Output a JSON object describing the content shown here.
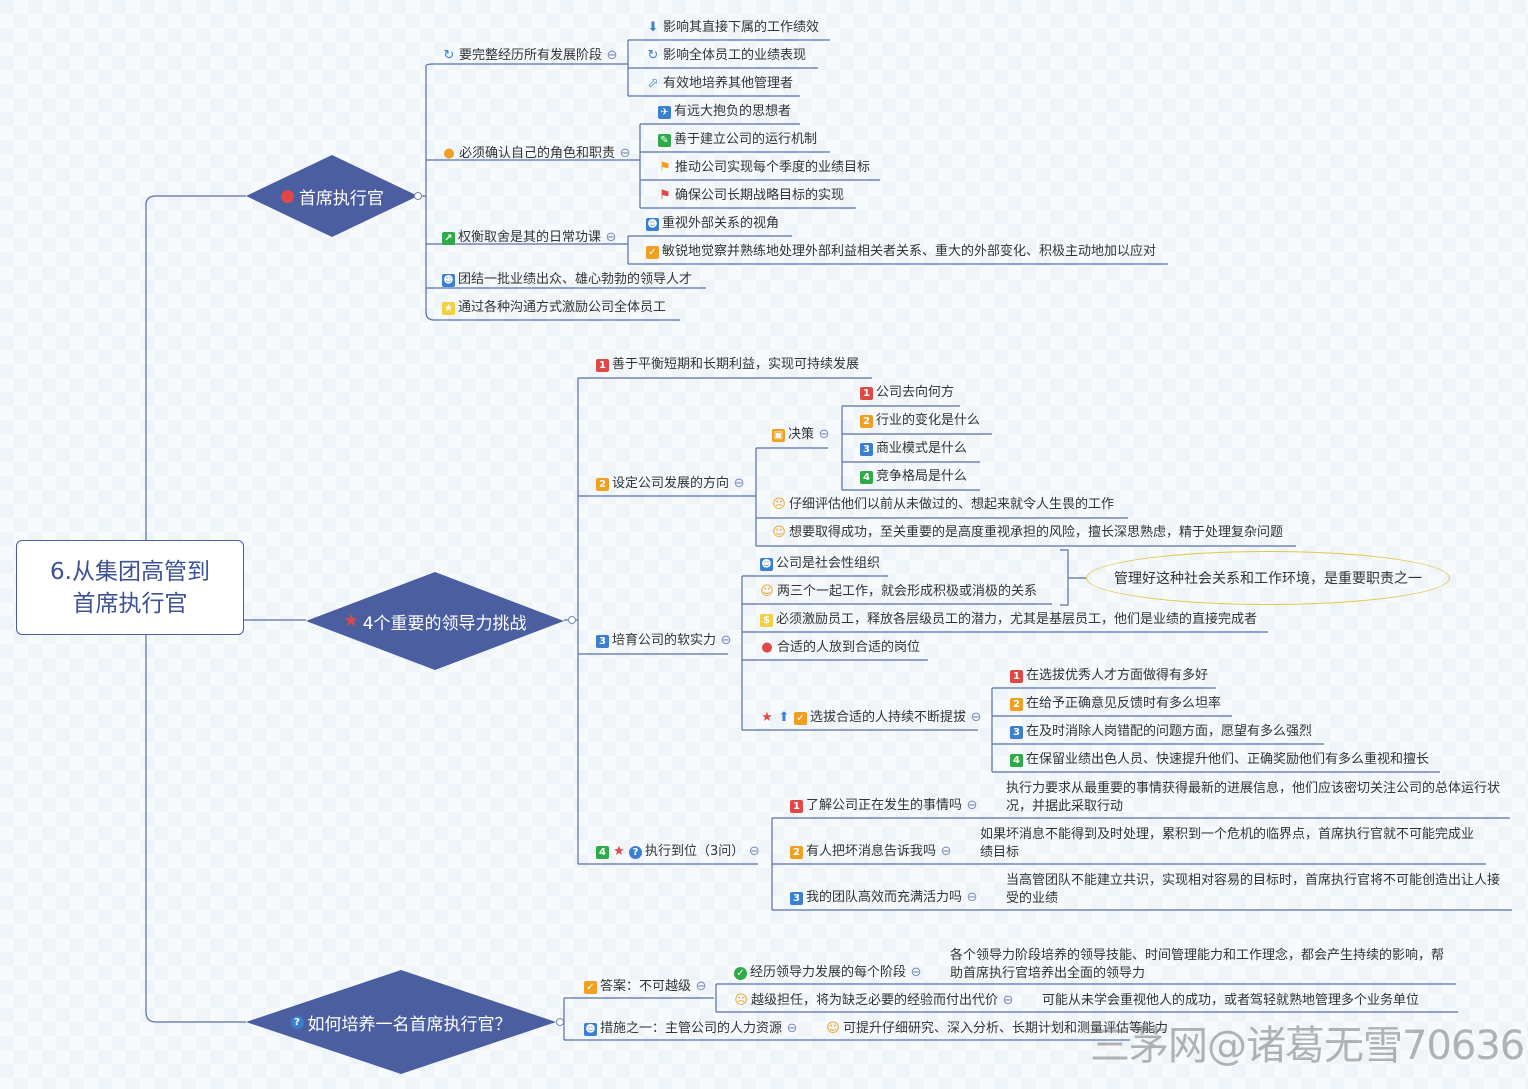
{
  "root": {
    "title": "6.从集团高管到\n首席执行官"
  },
  "branches": {
    "ceo": {
      "label": "首席执行官",
      "icon": "person-icon"
    },
    "challenges": {
      "label": "4个重要的领导力挑战",
      "icon": "star-icon"
    },
    "howto": {
      "label": "如何培养一名首席执行官？",
      "icon": "question-icon"
    }
  },
  "ceo": {
    "stages": {
      "label": "要完整经历所有发展阶段",
      "items": [
        "影响其直接下属的工作绩效",
        "影响全体员工的业绩表现",
        "有效地培养其他管理者"
      ]
    },
    "role": {
      "label": "必须确认自己的角色和职责",
      "items": [
        "有远大抱负的思想者",
        "善于建立公司的运行机制",
        "推动公司实现每个季度的业绩目标",
        "确保公司长期战略目标的实现"
      ]
    },
    "tradeoff": {
      "label": "权衡取舍是其的日常功课",
      "items": [
        "重视外部关系的视角",
        "敏锐地觉察并熟练地处理外部利益相关者关系、重大的外部变化、积极主动地加以应对"
      ]
    },
    "unite": "团结一批业绩出众、雄心勃勃的领导人才",
    "motivate": "通过各种沟通方式激励公司全体员工"
  },
  "challenges": {
    "c1": {
      "num": "1",
      "label": "善于平衡短期和长期利益，实现可持续发展"
    },
    "c2": {
      "num": "2",
      "label": "设定公司发展的方向",
      "decision": {
        "label": "决策",
        "items": [
          {
            "num": "1",
            "label": "公司去向何方"
          },
          {
            "num": "2",
            "label": "行业的变化是什么"
          },
          {
            "num": "3",
            "label": "商业模式是什么"
          },
          {
            "num": "4",
            "label": "竞争格局是什么"
          }
        ]
      },
      "evaluate": "仔细评估他们以前从未做过的、想起来就令人生畏的工作",
      "success": "想要取得成功，至关重要的是高度重视承担的风险，擅长深思熟虑，精于处理复杂问题"
    },
    "c3": {
      "num": "3",
      "label": "培育公司的软实力",
      "social": "公司是社会性组织",
      "three": "两三个一起工作，就会形成积极或消极的关系",
      "callout": "管理好这种社会关系和工作环境，是重要职责之一",
      "encourage": "必须激励员工，释放各层级员工的潜力，尤其是基层员工，他们是业绩的直接完成者",
      "rightperson": "合适的人放到合适的岗位",
      "promote": {
        "label": "选拔合适的人持续不断提拔",
        "items": [
          {
            "num": "1",
            "label": "在选拔优秀人才方面做得有多好"
          },
          {
            "num": "2",
            "label": "在给予正确意见反馈时有多么坦率"
          },
          {
            "num": "3",
            "label": "在及时消除人岗错配的问题方面，愿望有多么强烈"
          },
          {
            "num": "4",
            "label": "在保留业绩出色人员、快速提升他们、正确奖励他们有多么重视和擅长"
          }
        ]
      }
    },
    "c4": {
      "num": "4",
      "label": "执行到位（3问）",
      "items": [
        {
          "num": "1",
          "label": "了解公司正在发生的事情吗",
          "desc": "执行力要求从最重要的事情获得最新的进展信息，他们应该密切关注公司的总体运行状况，并据此采取行动"
        },
        {
          "num": "2",
          "label": "有人把坏消息告诉我吗",
          "desc": "如果坏消息不能得到及时处理，累积到一个危机的临界点，首席执行官就不可能完成业绩目标"
        },
        {
          "num": "3",
          "label": "我的团队高效而充满活力吗",
          "desc": "当高管团队不能建立共识，实现相对容易的目标时，首席执行官将不可能创造出让人接受的业绩"
        }
      ]
    }
  },
  "howto": {
    "answer": {
      "label": "答案：不可越级",
      "every": {
        "label": "经历领导力发展的每个阶段",
        "desc": "各个领导力阶段培养的领导技能、时间管理能力和工作理念，都会产生持续的影响，帮助首席执行官培养出全面的领导力"
      },
      "skip": {
        "label": "越级担任，将为缺乏必要的经验而付出代价",
        "desc": "可能从未学会重视他人的成功，或者驾轻就熟地管理多个业务单位"
      }
    },
    "measure": {
      "label": "措施之一：主管公司的人力资源",
      "desc": "可提升仔细研究、深入分析、长期计划和测量评估等能力"
    }
  },
  "watermark": "三茅网@诸葛无雪70636",
  "colors": {
    "diamond": "#4a5ea0",
    "line": "#5a6fa8",
    "root_text": "#3d5196"
  }
}
